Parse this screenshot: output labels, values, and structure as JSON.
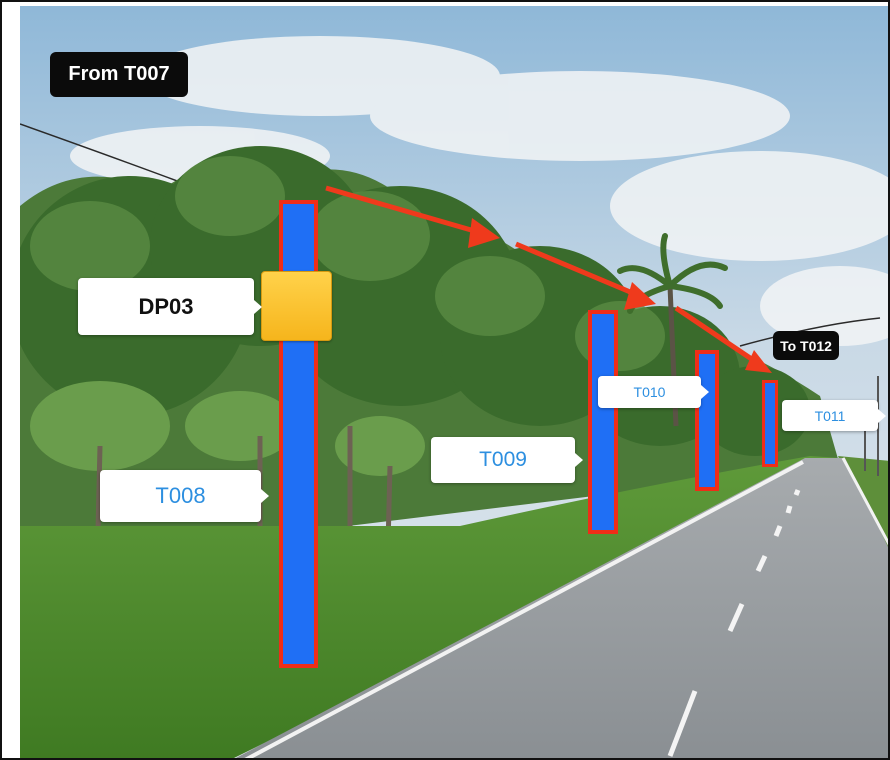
{
  "labels": {
    "from": "From T007",
    "to": "To T012",
    "dp": "DP03",
    "poles": [
      "T008",
      "T009",
      "T010",
      "T011"
    ]
  },
  "colors": {
    "pole_fill": "#1f6ff5",
    "pole_outline": "#ef2d18",
    "arrow": "#ef3a1c",
    "label_text_blue": "#2d8fe0",
    "dp_box": "#ffc72c",
    "dark_tag": "#0b0b0b"
  }
}
